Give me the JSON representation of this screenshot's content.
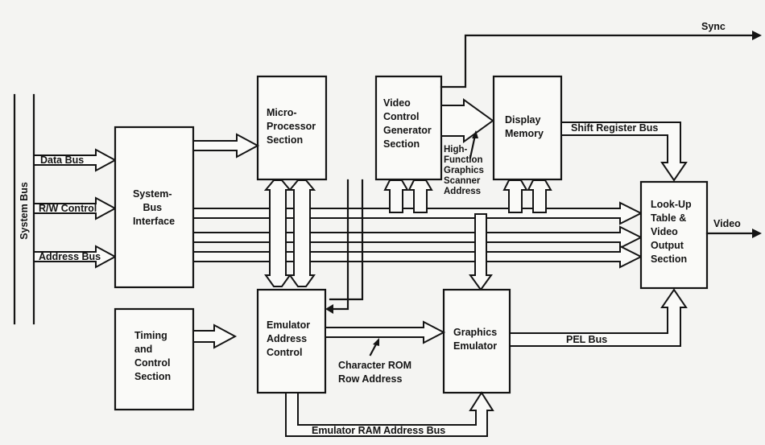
{
  "blocks": {
    "system_bus_interface": [
      "System-",
      "Bus",
      "Interface"
    ],
    "microprocessor": [
      "Micro-",
      "Processor",
      "Section"
    ],
    "video_control_generator": [
      "Video",
      "Control",
      "Generator",
      "Section"
    ],
    "display_memory": [
      "Display",
      "Memory"
    ],
    "lookup_table": [
      "Look-Up",
      "Table &",
      "Video",
      "Output",
      "Section"
    ],
    "timing_control": [
      "Timing",
      "and",
      "Control",
      "Section"
    ],
    "emulator_address_control": [
      "Emulator",
      "Address",
      "Control"
    ],
    "graphics_emulator": [
      "Graphics",
      "Emulator"
    ]
  },
  "labels": {
    "system_bus": "System Bus",
    "data_bus": "Data Bus",
    "rw_control": "R/W Control",
    "address_bus": "Address Bus",
    "sync": "Sync",
    "video": "Video",
    "shift_register_bus": "Shift Register Bus",
    "pel_bus": "PEL Bus",
    "emulator_ram_address_bus": "Emulator RAM Address Bus",
    "high_function_scanner": [
      "High-",
      "Function",
      "Graphics",
      "Scanner",
      "Address"
    ],
    "character_rom": [
      "Character ROM",
      "Row Address"
    ]
  }
}
